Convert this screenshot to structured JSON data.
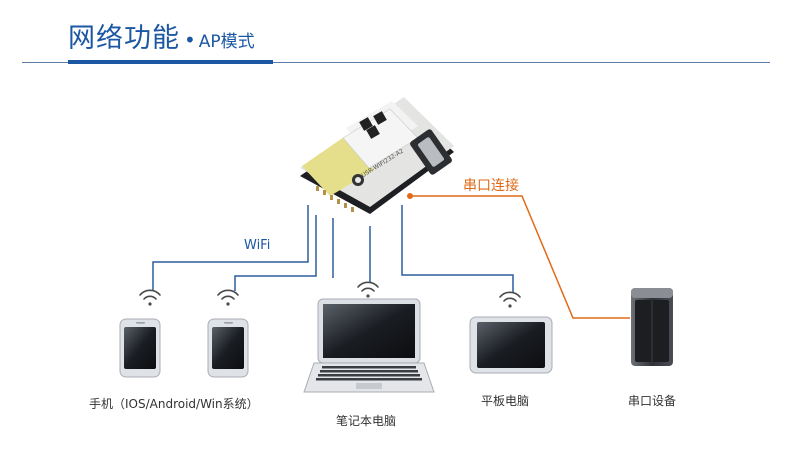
{
  "header": {
    "title": "网络功能",
    "subtitle": "AP模式"
  },
  "module": {
    "name": "USR-WIFI232-A2"
  },
  "links": {
    "wifi_label": "WiFi",
    "serial_label": "串口连接"
  },
  "devices": {
    "phone_label": "手机（IOS/Android/Win系统）",
    "laptop_label": "笔记本电脑",
    "tablet_label": "平板电脑",
    "serial_device_label": "串口设备"
  },
  "colors": {
    "accent": "#1b57a3",
    "serial": "#e06a17",
    "wifi_line": "#2d5f9e"
  }
}
